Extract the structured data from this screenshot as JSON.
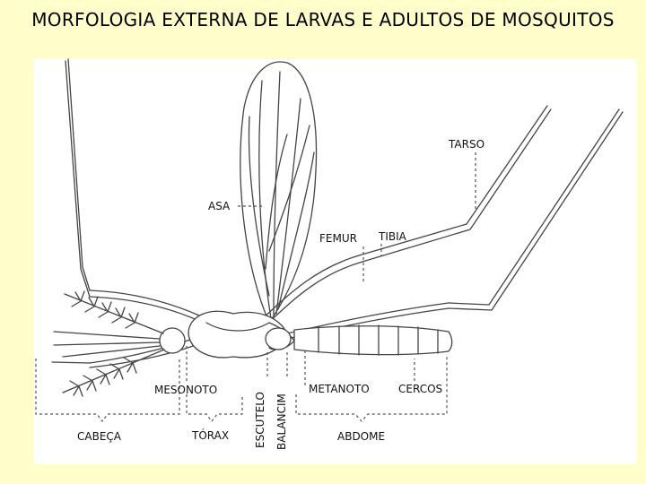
{
  "title": "MORFOLOGIA EXTERNA DE LARVAS E ADULTOS DE MOSQUITOS",
  "labels": {
    "tarso": "TARSO",
    "asa": "ASA",
    "femur": "FEMUR",
    "tibia": "TIBIA",
    "mesonoto": "MESONOTO",
    "escutelo": "ESCUTELO",
    "balancim": "BALANCIM",
    "metanoto": "METANOTO",
    "cercos": "CERCOS",
    "cabeca": "CABEÇA",
    "torax": "TÓRAX",
    "abdome": "ABDOME"
  },
  "colors": {
    "page_background": "#ffffcc",
    "panel_background": "#ffffff",
    "line": "#444444"
  }
}
